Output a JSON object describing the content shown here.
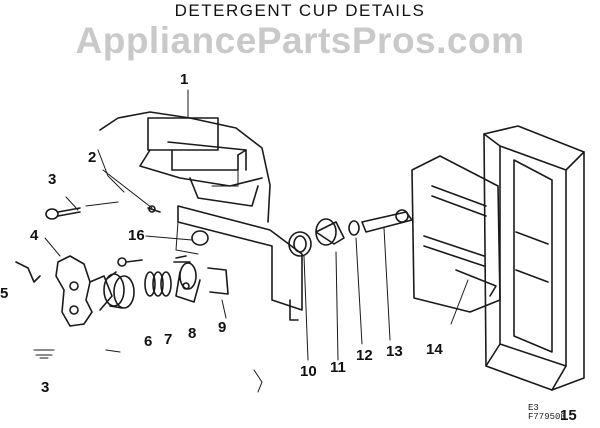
{
  "diagram": {
    "title": "DETERGENT CUP DETAILS",
    "watermark": "AppliancePartsPros.com",
    "part_code": "E3\nF779500",
    "callouts": [
      {
        "id": "1",
        "label": "1"
      },
      {
        "id": "2",
        "label": "2"
      },
      {
        "id": "3a",
        "label": "3"
      },
      {
        "id": "3b",
        "label": "3"
      },
      {
        "id": "4",
        "label": "4"
      },
      {
        "id": "5",
        "label": "5"
      },
      {
        "id": "6",
        "label": "6"
      },
      {
        "id": "7",
        "label": "7"
      },
      {
        "id": "8",
        "label": "8"
      },
      {
        "id": "9",
        "label": "9"
      },
      {
        "id": "10",
        "label": "10"
      },
      {
        "id": "11",
        "label": "11"
      },
      {
        "id": "12",
        "label": "12"
      },
      {
        "id": "13",
        "label": "13"
      },
      {
        "id": "14",
        "label": "14"
      },
      {
        "id": "15",
        "label": "15"
      },
      {
        "id": "16",
        "label": "16"
      }
    ]
  }
}
